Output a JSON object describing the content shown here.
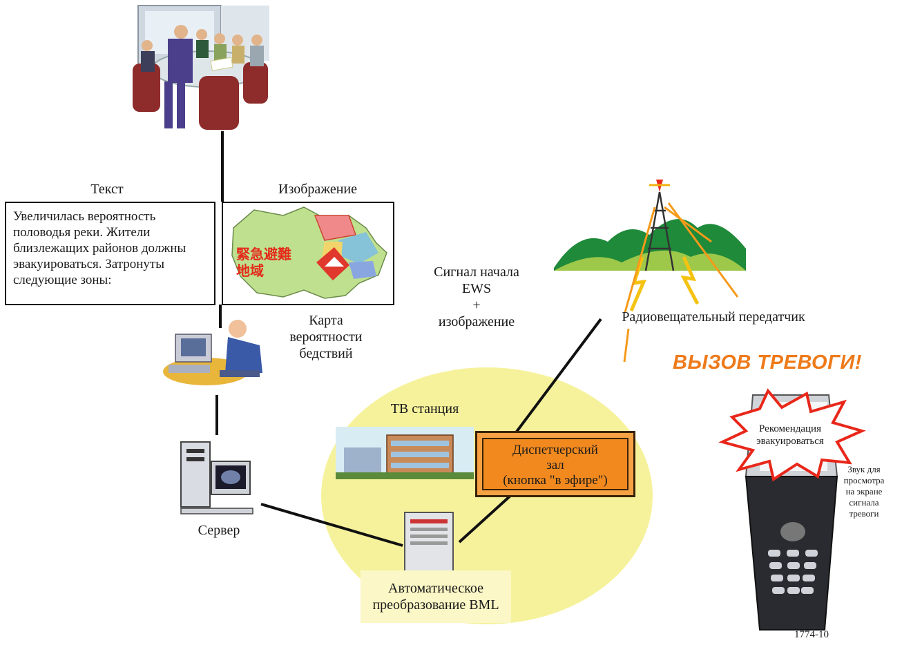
{
  "text_section": {
    "heading": "Текст",
    "body": "Увеличилась вероятность половодья реки. Жители близлежащих районов должны эвакуироваться. Затронуты следующие зоны:"
  },
  "image_section": {
    "heading": "Изображение",
    "map_caption": "Карта вероятности бедствий",
    "map_overlay_text": "緊急避難地域"
  },
  "signal_label": {
    "line1": "Сигнал начала",
    "line2": "EWS",
    "line3": "+",
    "line4": "изображение"
  },
  "transmitter_label": "Радиовещательный передатчик",
  "alarm_title": "ВЫЗОВ ТРЕВОГИ!",
  "phone": {
    "burst_line1": "Рекомендация",
    "burst_line2": "эвакуироваться",
    "side_note": [
      "Звук для",
      "просмотра",
      "на экране",
      "сигнала",
      "тревоги"
    ]
  },
  "tv_station_label": "ТВ станция",
  "control_room": {
    "line1": "Диспетчерский",
    "line2": "зал",
    "line3": "(кнопка \"в эфире\")"
  },
  "server_label": "Сервер",
  "bml": {
    "line1": "Автоматическое",
    "line2": "преобразование BML"
  },
  "figure_id": "1774-10",
  "colors": {
    "alarm_orange": "#ee7a1a",
    "control_room_fill": "#f1891f",
    "coverage_ellipse": "#f6f29c",
    "bml_panel": "#fbf7c6"
  }
}
